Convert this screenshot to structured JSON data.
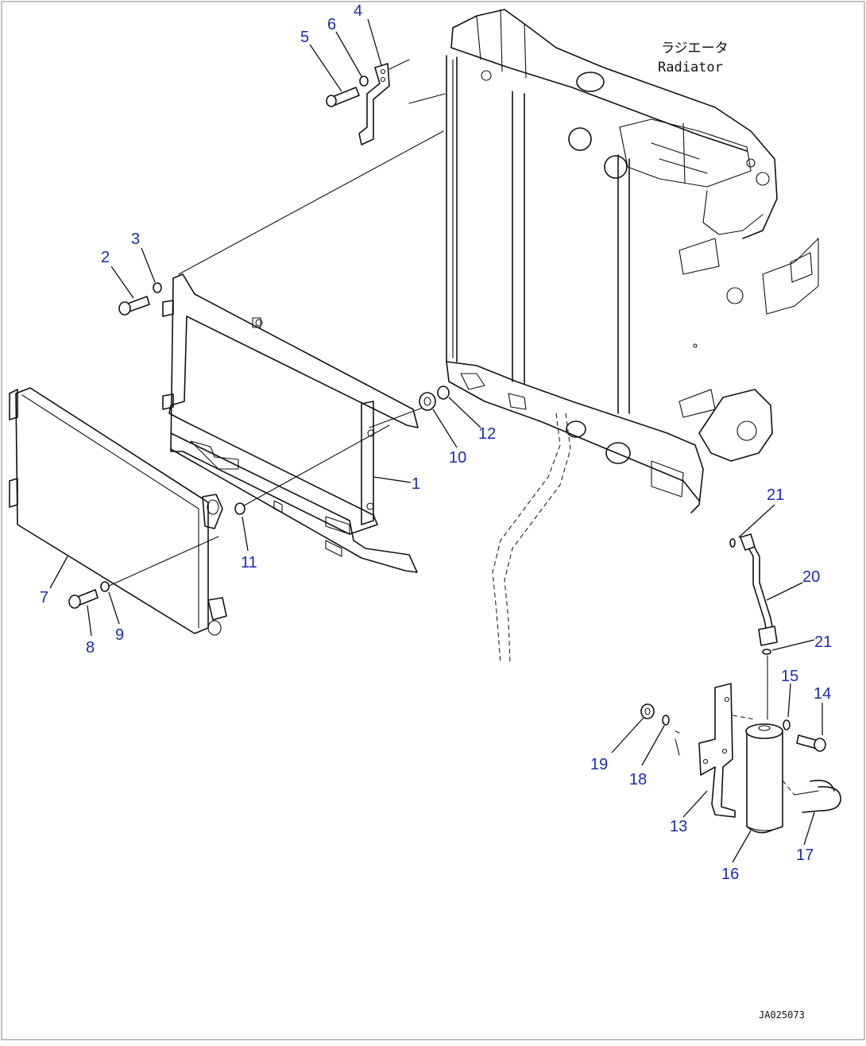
{
  "radiator_label_jp": "ラジエータ",
  "radiator_label_en": "Radiator",
  "drawing_code": "JA025073",
  "callouts": {
    "c1": "1",
    "c2": "2",
    "c3": "3",
    "c4": "4",
    "c5": "5",
    "c6": "6",
    "c7": "7",
    "c8": "8",
    "c9": "9",
    "c10": "10",
    "c11": "11",
    "c12": "12",
    "c13": "13",
    "c14": "14",
    "c15": "15",
    "c16": "16",
    "c17": "17",
    "c18": "18",
    "c19": "19",
    "c20": "20",
    "c21a": "21",
    "c21b": "21"
  },
  "colors": {
    "callout": "#1e2ab4",
    "line": "#111111",
    "frame": "#9a9a9a"
  }
}
